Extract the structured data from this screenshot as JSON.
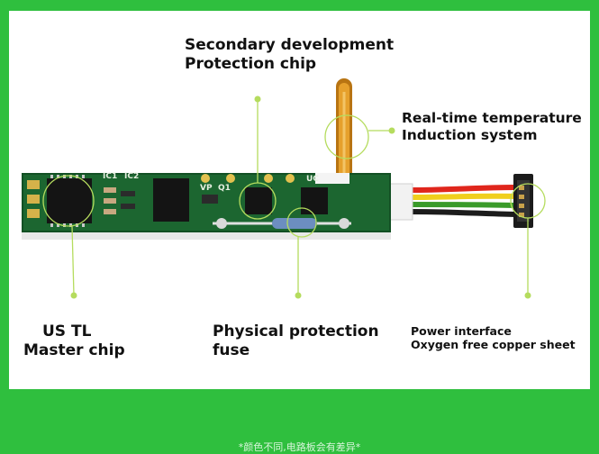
{
  "labels": {
    "secondary": {
      "line1": "Secondary development",
      "line2": "Protection chip"
    },
    "realtime": {
      "line1": "Real-time temperature",
      "line2": "Induction system"
    },
    "master": {
      "line1": "US TL",
      "line2": "Master chip"
    },
    "fuse": {
      "line1": "Physical protection",
      "line2": "fuse"
    },
    "power": {
      "line1": "Power interface",
      "line2": "Oxygen free copper sheet"
    }
  },
  "board_marks": {
    "ic1": "IC1",
    "ic2": "IC2",
    "vp": "VP",
    "q1": "Q1",
    "uc": "UC"
  },
  "footer": "*颜色不同,电路板会有差异*",
  "colors": {
    "background": "#2fbf3e",
    "pcb": "#17542b",
    "callout": "#b5dc5e",
    "wire_red": "#e0261c",
    "wire_yellow": "#f0cf1d",
    "wire_green": "#3a9b2a",
    "wire_black": "#1c1c1c"
  }
}
